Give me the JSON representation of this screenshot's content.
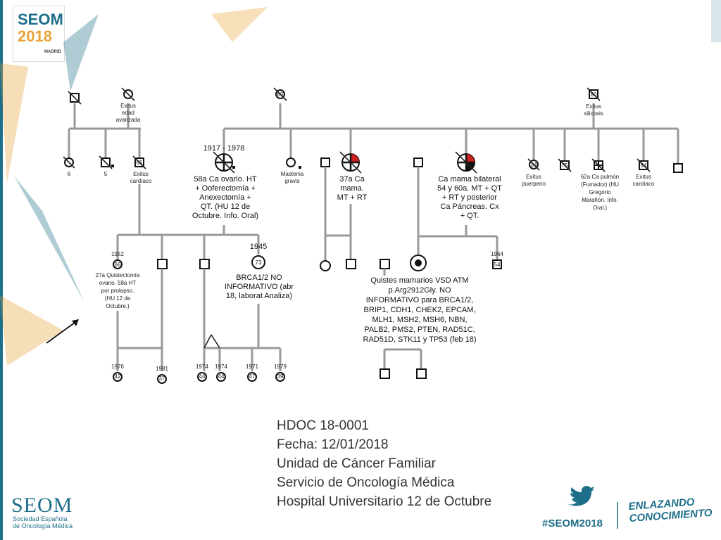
{
  "logo_top": {
    "line1": "SEOM",
    "line2": "2018",
    "city": "MADRID"
  },
  "generation1": {
    "label1": "Exitus\nedad\navanzada",
    "label2": "Exitus\nsilicosis",
    "age_left": "80",
    "age_right": "80"
  },
  "generation2": {
    "sibling_counts": [
      "6",
      "5"
    ],
    "small_age_a": "65",
    "exitus_cardiaco_a": "Exitus\ncardíaco",
    "years_proband_mother": "1917 - 1978",
    "ovary_note": "58a Ca ovario. HT\n+ Ooferectomía +\nAnexectomía +\nQT. (HU 12 de\nOctubre. Info. Oral)",
    "mastenia": "Mastenia\ngravis",
    "breast37": "37a Ca\nmama.\nMT + RT",
    "bilateral_note": "Ca mama bilateral\n54 y 60a. MT + QT\n+ RT y posterior\nCa Páncreas. Cx\n+ QT.",
    "puerperio_age": "34",
    "puerperio": "Exitus\npuerperio",
    "age_75": "75",
    "lung_note": "62a Ca pulmón\n(Fumador) (HU\nGregorio\nMarañón. Info.\nOral.)",
    "cardiac_age_b": "54",
    "exitus_cardiaco_b": "Exitus\ncardíaco"
  },
  "generation3": {
    "year_1952": "1952",
    "age_66": "66",
    "quist_note": "27a Quistectomía\novario. 58a HT\npor prolapso.\n(HU 12 de\nOctubre.)",
    "year_1945": "1945",
    "age_73": "73",
    "brca_note": "BRCA1/2 NO\nINFORMATIVO (abr\n18, laborat Analiza)",
    "year_1964": "1964",
    "age_54": "54",
    "atm_note": "Quistes mamarios VSD ATM\np.Arg2912Gly. NO\nINFORMATIVO para BRCA1/2,\nBRIP1, CDH1, CHEK2, EPCAM,\nMLH1, MSH2, MSH6, NBN,\nPALB2, PMS2, PTEN, RAD51C,\nRAD51D, STK11 y TP53 (feb 18)"
  },
  "generation4": {
    "years": [
      "1976",
      "1981",
      "1974",
      "1974",
      "1971",
      "1979"
    ],
    "ages": [
      "42",
      "37",
      "44",
      "44",
      "47",
      "39"
    ]
  },
  "info": {
    "line1": "HDOC 18-0001",
    "line2": "Fecha: 12/01/2018",
    "line3": "Unidad de Cáncer Familiar",
    "line4": "Servicio de Oncología Médica",
    "line5": "Hospital Universitario 12 de Octubre"
  },
  "footer": {
    "seom": "SEOM",
    "seom_sub": "Sociedad Española\nde Oncología Médica",
    "hashtag": "#SEOM2018",
    "slogan": "ENLAZANDO\nCONOCIMIENTO"
  },
  "colors": {
    "brand": "#1d6f8a",
    "accent": "#e8a33a",
    "affected": "#cc1f1f"
  }
}
